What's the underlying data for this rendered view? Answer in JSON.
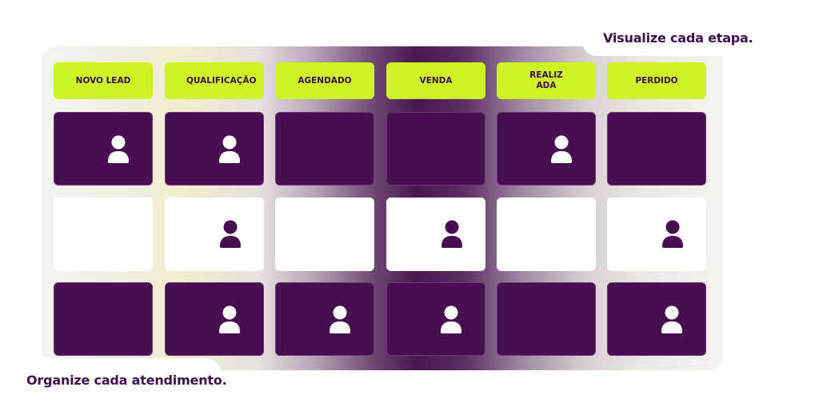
{
  "captions": {
    "top": "Visualize cada etapa.",
    "bottom": "Organize cada atendimento."
  },
  "columns": [
    {
      "label": "NOVO LEAD"
    },
    {
      "label": "QUALIFICAÇÃO"
    },
    {
      "label": "AGENDADO"
    },
    {
      "label": "VENDA"
    },
    {
      "label": "REALIZ\nADA"
    },
    {
      "label": "PERDIDO"
    }
  ],
  "colors": {
    "accent": "#cdf422",
    "dark_card": "#490d52",
    "text": "#3d0f4e",
    "light_card": "#ffffff"
  },
  "rows": [
    {
      "theme": "dark",
      "has_person": [
        true,
        true,
        false,
        false,
        true,
        false
      ]
    },
    {
      "theme": "light",
      "has_person": [
        false,
        true,
        false,
        true,
        false,
        true
      ]
    },
    {
      "theme": "dark",
      "has_person": [
        false,
        true,
        true,
        true,
        false,
        true
      ]
    }
  ],
  "icon": "person-icon"
}
